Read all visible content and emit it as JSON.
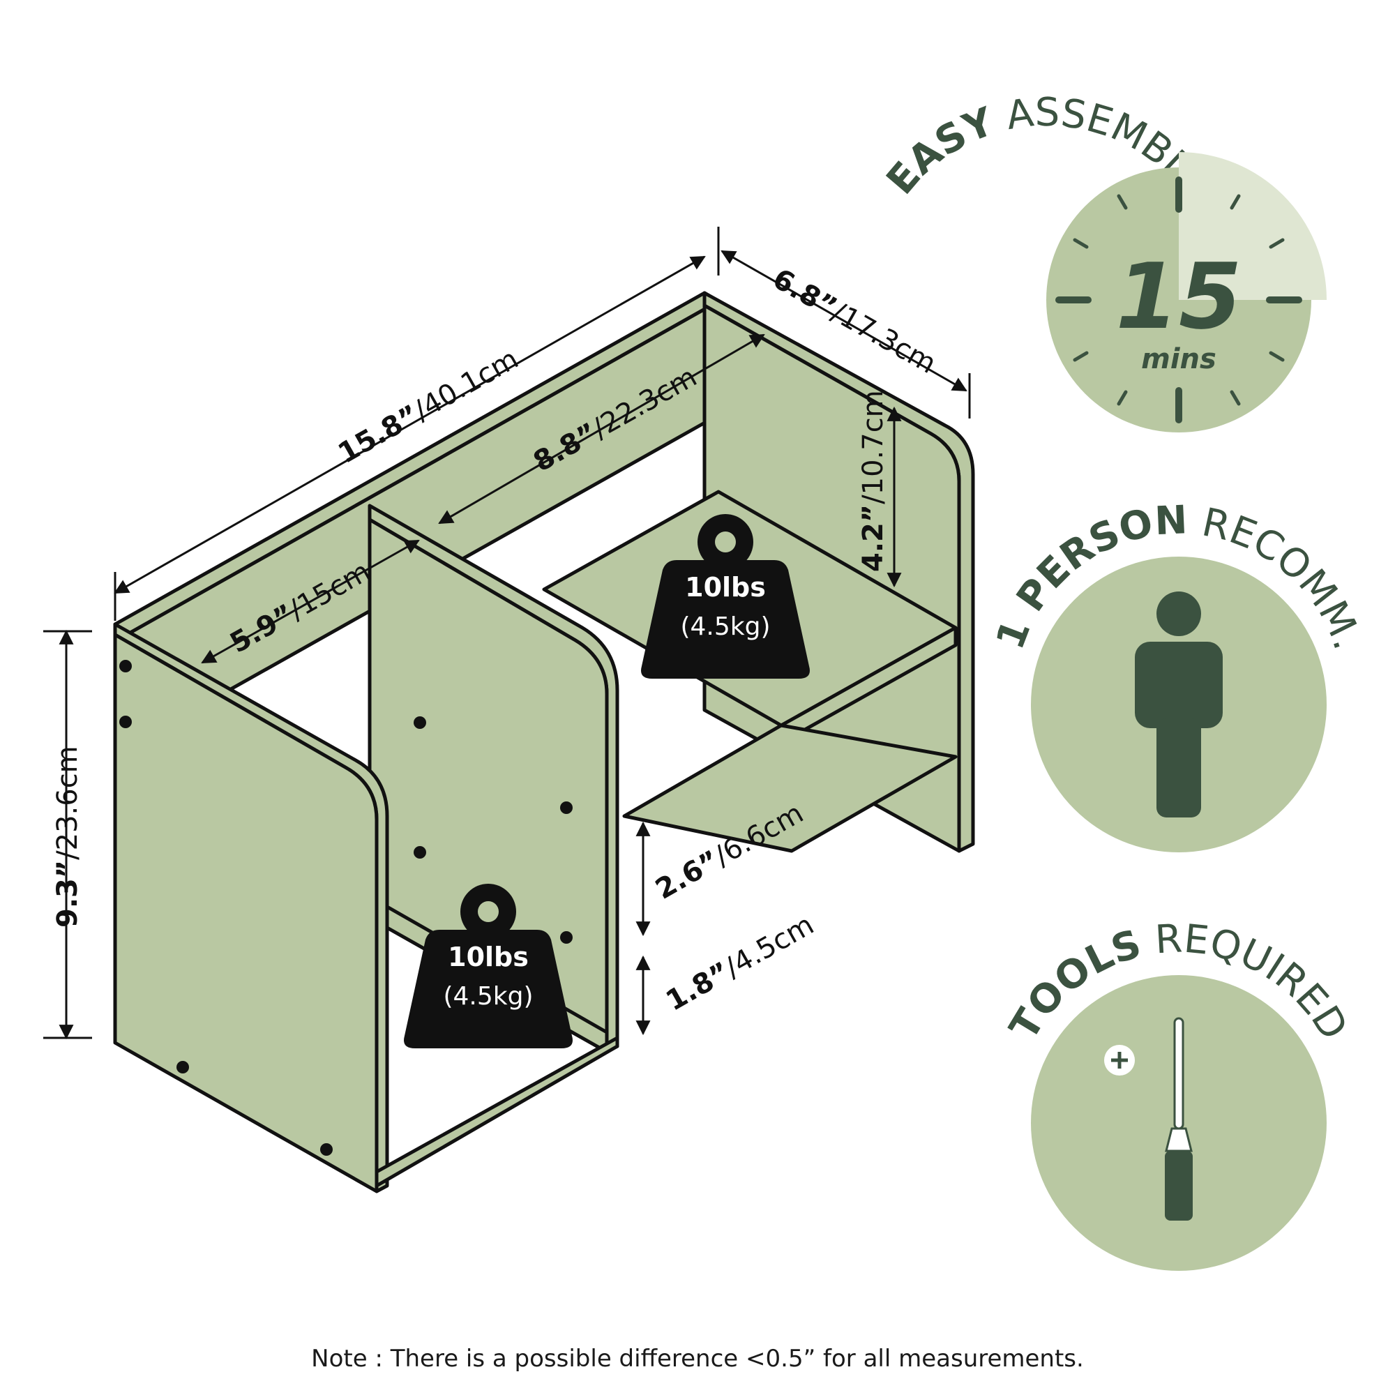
{
  "dimensions": {
    "width": {
      "imperial": "15.8”",
      "metric": "/40.1cm"
    },
    "depth": {
      "imperial": "6.8”",
      "metric": "/17.3cm"
    },
    "inner_width": {
      "imperial": "8.8”",
      "metric": "/22.3cm"
    },
    "divider_depth": {
      "imperial": "5.9”",
      "metric": "/15cm"
    },
    "height": {
      "imperial": "9.3”",
      "metric": "/23.6cm"
    },
    "upper_gap": {
      "imperial": "4.2”",
      "metric": "/10.7cm"
    },
    "lower_gap": {
      "imperial": "2.6”",
      "metric": "/6.6cm"
    },
    "base_gap": {
      "imperial": "1.8”",
      "metric": "/4.5cm"
    }
  },
  "weights": {
    "top_shelf": {
      "lbs": "10lbs",
      "kg": "(4.5kg)"
    },
    "left_shelf": {
      "lbs": "10lbs",
      "kg": "(4.5kg)"
    }
  },
  "badges": {
    "assembly": {
      "bold": "EASY",
      "rest": "ASSEMBLY",
      "number": "15",
      "unit": "mins",
      "icon": "timer-icon"
    },
    "person": {
      "bold": "1 PERSON",
      "rest": "RECOMM.",
      "icon": "person-icon"
    },
    "tools": {
      "bold": "TOOLS",
      "rest": "REQUIRED",
      "icon": "screwdriver-icon"
    }
  },
  "colors": {
    "panel": "#b9c8a2",
    "dark_green": "#3b5240",
    "light_green": "#dfe6d2",
    "badge": "#b9c8a2"
  },
  "note": "Note : There is a possible difference <0.5” for all measurements."
}
